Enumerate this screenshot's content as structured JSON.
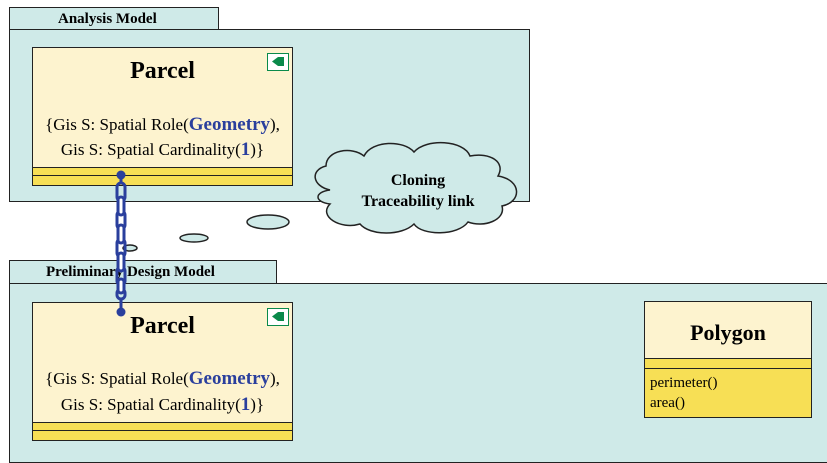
{
  "analysis_package": {
    "name": "Analysis Model",
    "class": {
      "name": "Parcel",
      "tag_line1_prefix": "{Gis S: Spatial Role(",
      "tag_line1_value": "Geometry",
      "tag_line1_suffix": "),",
      "tag_line2_prefix": "Gis S: Spatial Cardinality(",
      "tag_line2_value": "1",
      "tag_line2_suffix": ")}"
    }
  },
  "design_package": {
    "name": "Preliminary Design Model",
    "parcel_class": {
      "name": "Parcel",
      "tag_line1_prefix": "{Gis S: Spatial Role(",
      "tag_line1_value": "Geometry",
      "tag_line1_suffix": "),",
      "tag_line2_prefix": "Gis S: Spatial Cardinality(",
      "tag_line2_value": "1",
      "tag_line2_suffix": ")}"
    },
    "polygon_class": {
      "name": "Polygon",
      "operations": [
        "perimeter()",
        "area()"
      ]
    }
  },
  "trace_note": {
    "line1": "Cloning",
    "line2": "Traceability link"
  },
  "colors": {
    "package_fill": "#cfeae8",
    "class_fill": "#fdf3cf",
    "compartment_fill": "#f7df55",
    "link_color": "#2a3f9d",
    "icon_color": "#0a8a4a"
  },
  "icons": [
    "stereotype-flag-icon",
    "chain-link-icon",
    "thought-cloud-icon"
  ]
}
